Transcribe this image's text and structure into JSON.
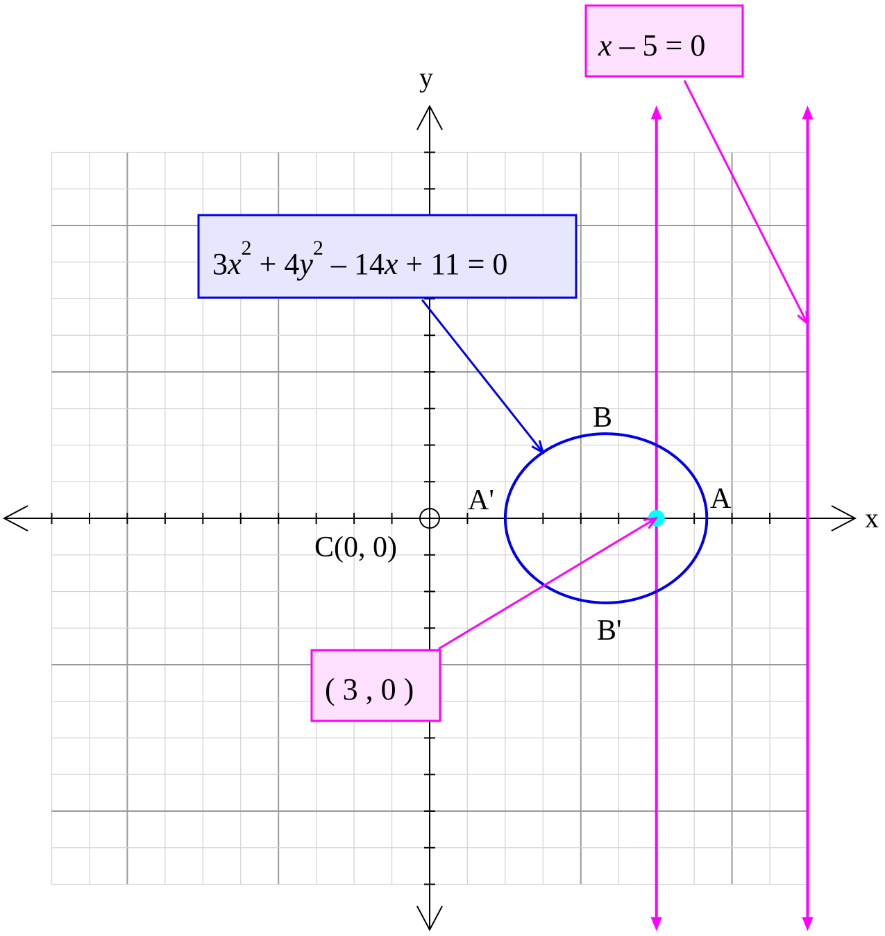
{
  "chart_data": {
    "type": "diagram",
    "xlim": [
      -5,
      5
    ],
    "ylim": [
      -5,
      5
    ],
    "grid": true,
    "minor_step": 0.5,
    "major_step": 2,
    "axis_labels": {
      "x": "x",
      "y": "y"
    },
    "ellipse": {
      "equation_parts": [
        "3",
        "x",
        "2",
        " + 4",
        "y",
        "2",
        " – 14",
        "x",
        " + 11 = 0"
      ],
      "center": [
        2.3333,
        0
      ],
      "a": 1.3333,
      "b": 1.1547,
      "color": "#0000ee"
    },
    "directrix": {
      "equation_parts": [
        "x",
        " – 5 = 0"
      ],
      "x": 5,
      "color": "#ff00ff"
    },
    "focus_line": {
      "x": 3,
      "color": "#ff00ff"
    },
    "focus": {
      "label": "( 3 , 0 )",
      "point": [
        3,
        0
      ],
      "color": "#00ffff"
    },
    "origin_label": "C(0, 0)",
    "vertex_labels": {
      "A": "A",
      "A_prime": "A'",
      "B": "B",
      "B_prime": "B'"
    }
  }
}
